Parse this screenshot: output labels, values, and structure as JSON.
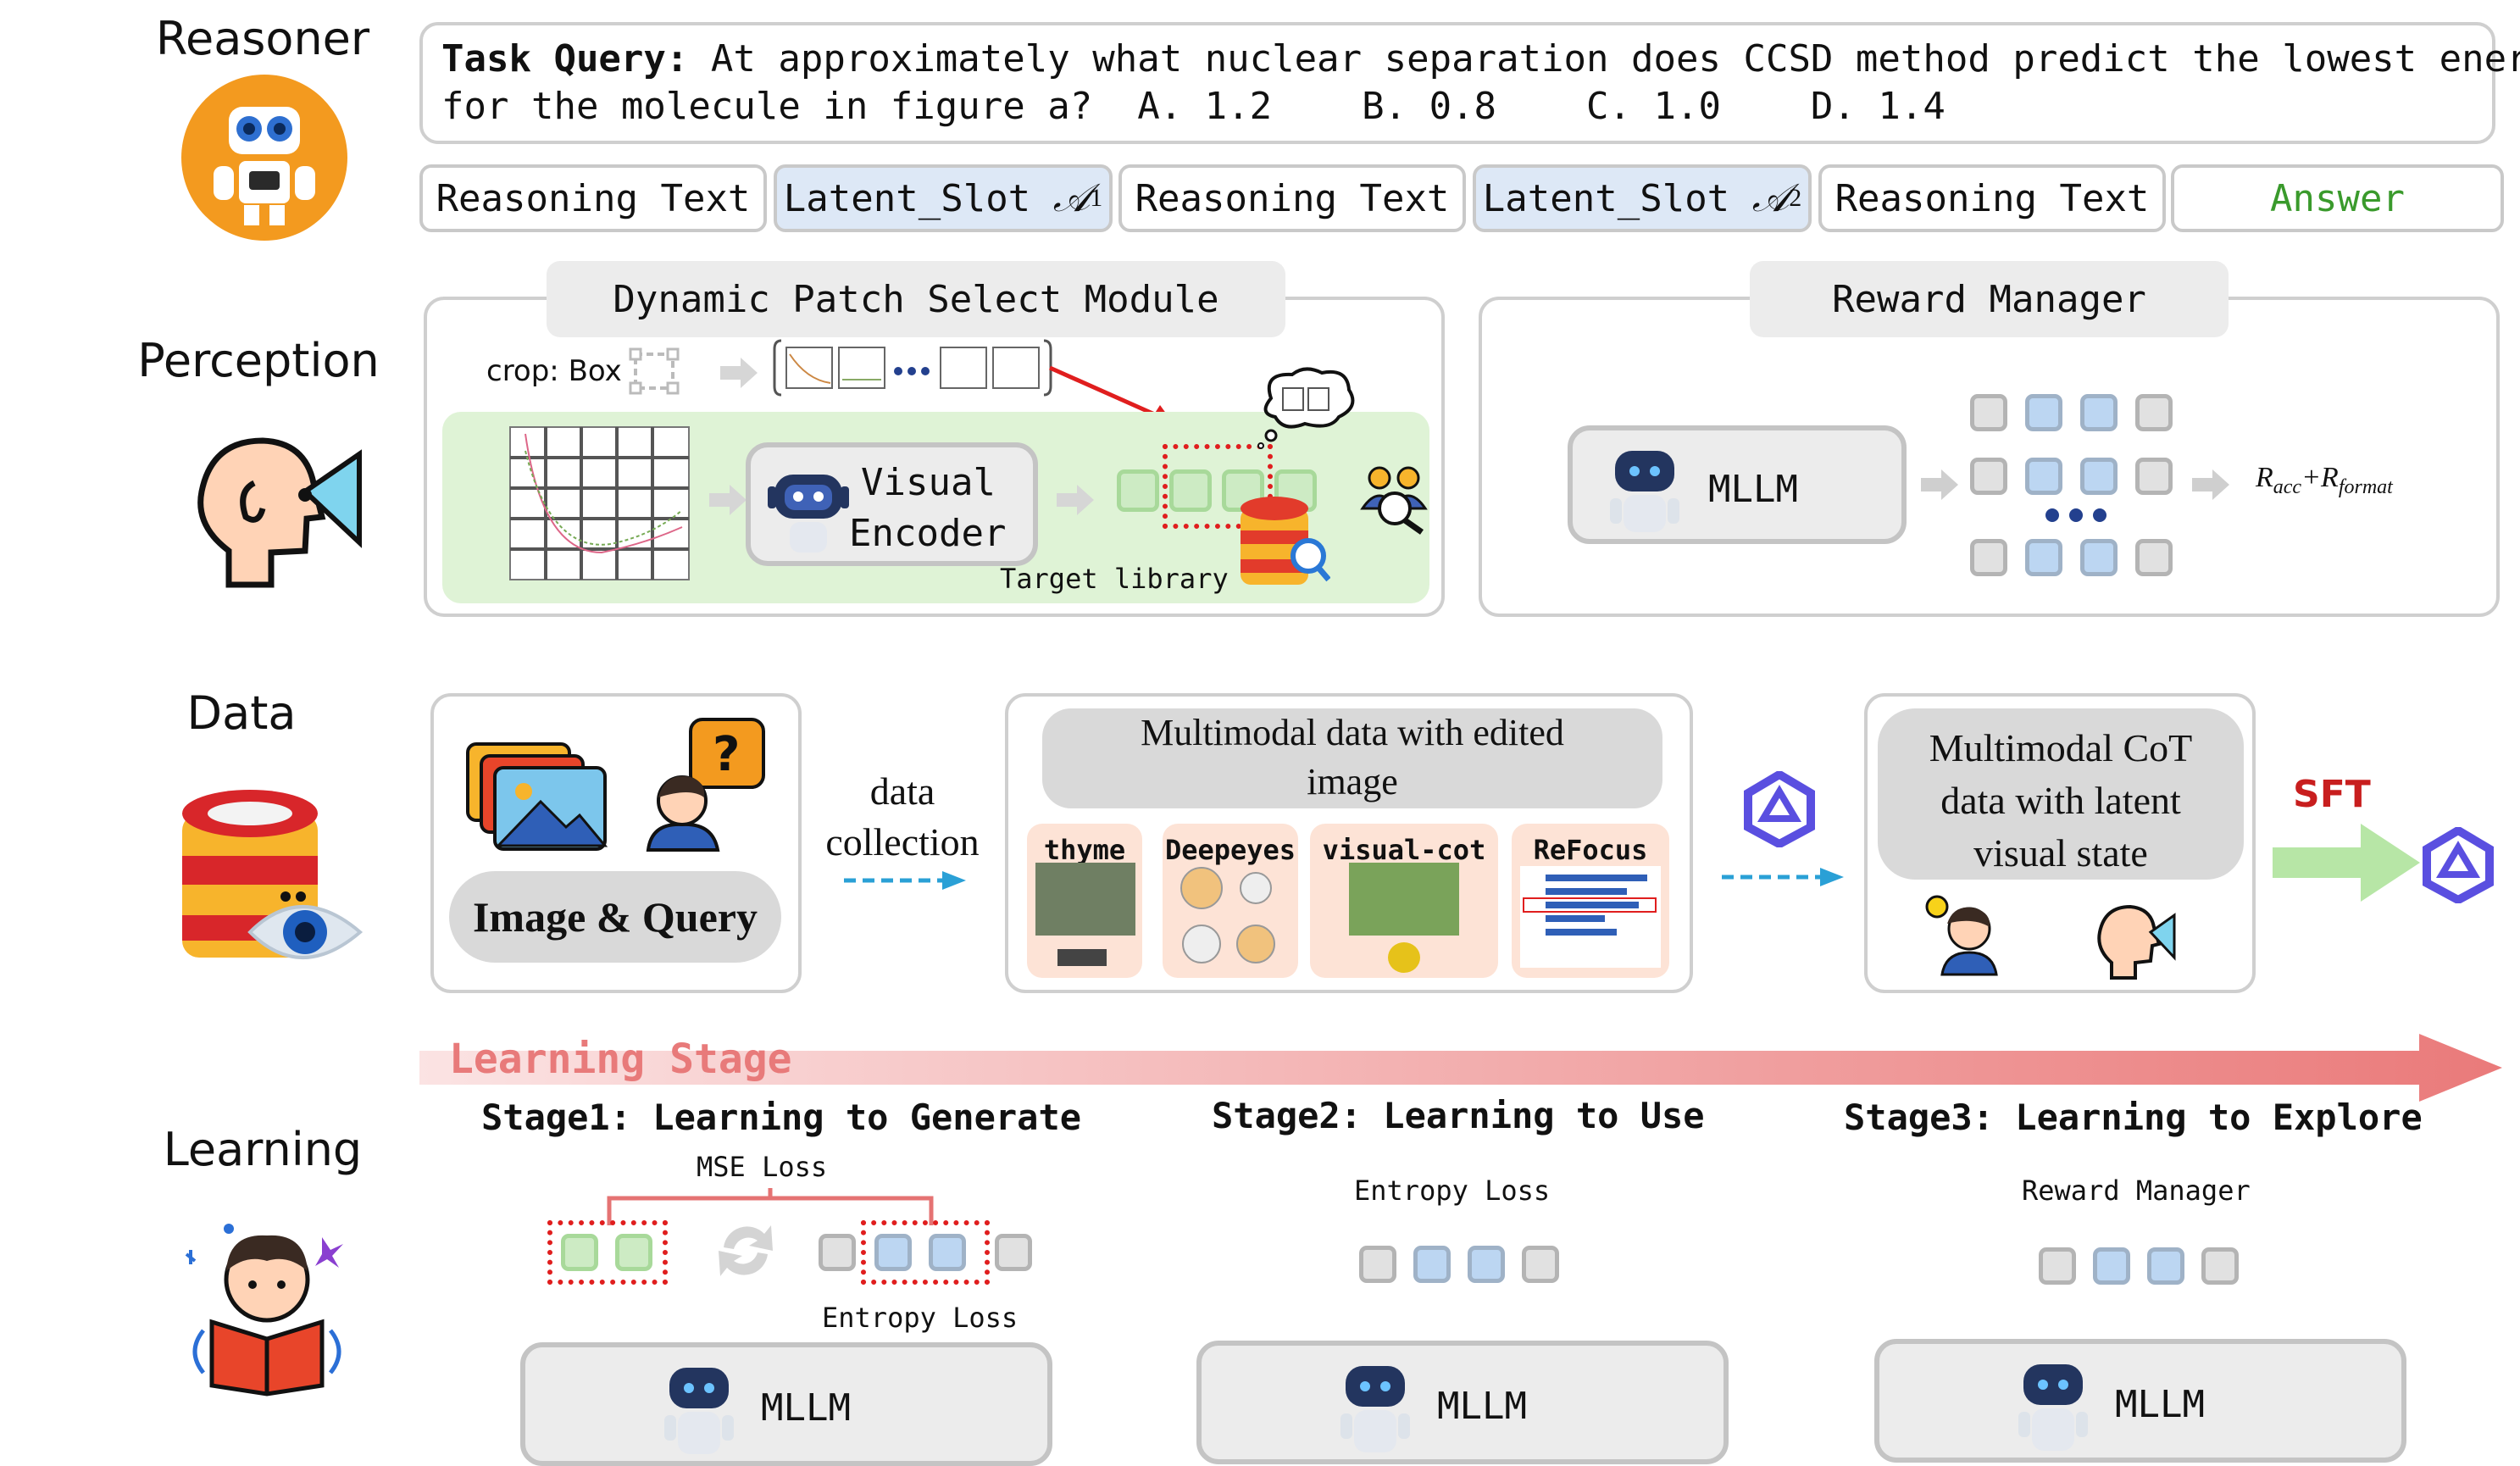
{
  "rows": {
    "reasoner": "Reasoner",
    "perception": "Perception",
    "data": "Data",
    "learning": "Learning"
  },
  "query": {
    "label": "Task Query:",
    "line1": "At approximately what nuclear separation does CCSD method predict the lowest energy",
    "line2": "for the molecule in figure a?  A. 1.2    B. 0.8    C. 1.0    D. 1.4"
  },
  "sequence": {
    "reasoning_text": "Reasoning Text",
    "latent_slot": "Latent_Slot",
    "slot1_sym": "𝒜",
    "slot1_sub": "1",
    "slot2_sym": "𝒜",
    "slot2_sub": "2",
    "answer": "Answer"
  },
  "perception": {
    "module_title": "Dynamic Patch Select Module",
    "crop_label": "crop: Box",
    "visual_encoder": "Visual Encoder",
    "visual_line1": "Visual",
    "visual_line2": "Encoder",
    "target_library": "Target library",
    "reward_title": "Reward Manager",
    "mllm": "MLLM",
    "reward_formula_main": "R",
    "reward_acc": "acc",
    "reward_plus": "+R",
    "reward_format": "format"
  },
  "data": {
    "image_query": "Image & Query",
    "collection_line1": "data",
    "collection_line2": "collection",
    "multimodal_line1": "Multimodal data with edited",
    "multimodal_line2": "image",
    "datasets": [
      "thyme",
      "Deepeyes",
      "visual-cot",
      "ReFocus"
    ],
    "cot_line1": "Multimodal CoT",
    "cot_line2": "data with latent",
    "cot_line3": "visual state",
    "sft": "SFT"
  },
  "learning": {
    "stage_banner": "Learning Stage",
    "stage1": "Stage1: Learning to Generate",
    "stage2": "Stage2: Learning to Use",
    "stage3": "Stage3: Learning to Explore",
    "mse_loss": "MSE Loss",
    "entropy_loss_1": "Entropy Loss",
    "entropy_loss_2": "Entropy Loss",
    "reward_manager": "Reward Manager",
    "mllm": "MLLM"
  },
  "colors": {
    "latent_blue": "#dde8f6",
    "answer_green": "#3a9a2c",
    "sft_red": "#c81e1e",
    "stage_banner": "#e87a7a",
    "arrow_blue": "#2aa0d6"
  }
}
